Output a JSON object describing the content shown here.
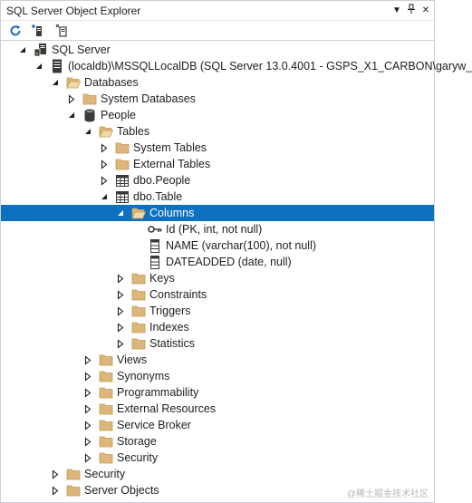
{
  "window": {
    "title": "SQL Server Object Explorer",
    "dropdown_icon": "chevron-down-icon",
    "pin_icon": "pin-icon",
    "close_icon": "close-icon"
  },
  "toolbar": {
    "buttons": [
      {
        "name": "refresh-button",
        "icon": "refresh-icon"
      },
      {
        "name": "add-sql-server-button",
        "icon": "add-server-icon"
      },
      {
        "name": "stop-button",
        "icon": "stop-icon"
      }
    ]
  },
  "tree": [
    {
      "label": "SQL Server",
      "icon": "server-group-icon",
      "expander": "expanded",
      "level": 0
    },
    {
      "label": "(localdb)\\MSSQLLocalDB (SQL Server 13.0.4001 - GSPS_X1_CARBON\\garyw_",
      "icon": "server-icon",
      "expander": "expanded",
      "level": 1
    },
    {
      "label": "Databases",
      "icon": "folder-open-icon",
      "expander": "expanded",
      "level": 2
    },
    {
      "label": "System Databases",
      "icon": "folder-icon",
      "expander": "collapsed",
      "level": 3
    },
    {
      "label": "People",
      "icon": "database-icon",
      "expander": "expanded",
      "level": 3
    },
    {
      "label": "Tables",
      "icon": "folder-open-icon",
      "expander": "expanded",
      "level": 4
    },
    {
      "label": "System Tables",
      "icon": "folder-icon",
      "expander": "collapsed",
      "level": 5
    },
    {
      "label": "External Tables",
      "icon": "folder-icon",
      "expander": "collapsed",
      "level": 5
    },
    {
      "label": "dbo.People",
      "icon": "table-icon",
      "expander": "collapsed",
      "level": 5
    },
    {
      "label": "dbo.Table",
      "icon": "table-icon",
      "expander": "expanded",
      "level": 5
    },
    {
      "label": "Columns",
      "icon": "folder-open-icon",
      "expander": "expanded",
      "level": 6,
      "selected": true
    },
    {
      "label": "Id (PK, int, not null)",
      "icon": "key-icon",
      "expander": "none",
      "level": 7
    },
    {
      "label": "NAME (varchar(100), not null)",
      "icon": "column-icon",
      "expander": "none",
      "level": 7
    },
    {
      "label": "DATEADDED (date, null)",
      "icon": "column-icon",
      "expander": "none",
      "level": 7
    },
    {
      "label": "Keys",
      "icon": "folder-icon",
      "expander": "collapsed",
      "level": 6
    },
    {
      "label": "Constraints",
      "icon": "folder-icon",
      "expander": "collapsed",
      "level": 6
    },
    {
      "label": "Triggers",
      "icon": "folder-icon",
      "expander": "collapsed",
      "level": 6
    },
    {
      "label": "Indexes",
      "icon": "folder-icon",
      "expander": "collapsed",
      "level": 6
    },
    {
      "label": "Statistics",
      "icon": "folder-icon",
      "expander": "collapsed",
      "level": 6
    },
    {
      "label": "Views",
      "icon": "folder-icon",
      "expander": "collapsed",
      "level": 4
    },
    {
      "label": "Synonyms",
      "icon": "folder-icon",
      "expander": "collapsed",
      "level": 4
    },
    {
      "label": "Programmability",
      "icon": "folder-icon",
      "expander": "collapsed",
      "level": 4
    },
    {
      "label": "External Resources",
      "icon": "folder-icon",
      "expander": "collapsed",
      "level": 4
    },
    {
      "label": "Service Broker",
      "icon": "folder-icon",
      "expander": "collapsed",
      "level": 4
    },
    {
      "label": "Storage",
      "icon": "folder-icon",
      "expander": "collapsed",
      "level": 4
    },
    {
      "label": "Security",
      "icon": "folder-icon",
      "expander": "collapsed",
      "level": 4
    },
    {
      "label": "Security",
      "icon": "folder-icon",
      "expander": "collapsed",
      "level": 2
    },
    {
      "label": "Server Objects",
      "icon": "folder-icon",
      "expander": "collapsed",
      "level": 2
    }
  ],
  "watermark": "@稀土掘金技术社区",
  "colors": {
    "selection": "#0e70c0",
    "folder": "#dcb67a",
    "text": "#1e1e1e",
    "border": "#cccedb"
  }
}
